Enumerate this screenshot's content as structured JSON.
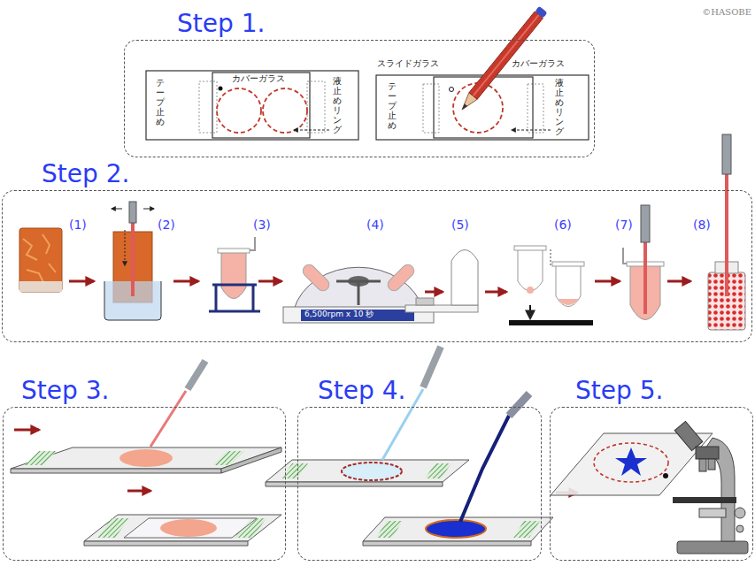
{
  "diagram": {
    "nodes": [
      {
        "text": [
          "Step 1."
        ]
      },
      {
        "text": [
          "Step 2."
        ]
      },
      {
        "text": [
          "Step 3."
        ]
      },
      {
        "text": [
          "Step 4."
        ]
      },
      {
        "text": [
          "Step 5."
        ]
      }
    ],
    "labels": [
      "©HASOBE",
      "カバーガラス",
      "テープ止め",
      "液止めリング",
      "スライドガラス",
      "カバーガラス",
      "テープ止め",
      "液止めリング",
      "(1)",
      "(2)",
      "(3)",
      "(4)",
      "(5)",
      "(6)",
      "(7)",
      "(8)",
      "6,500rpm x 10 秒"
    ]
  }
}
